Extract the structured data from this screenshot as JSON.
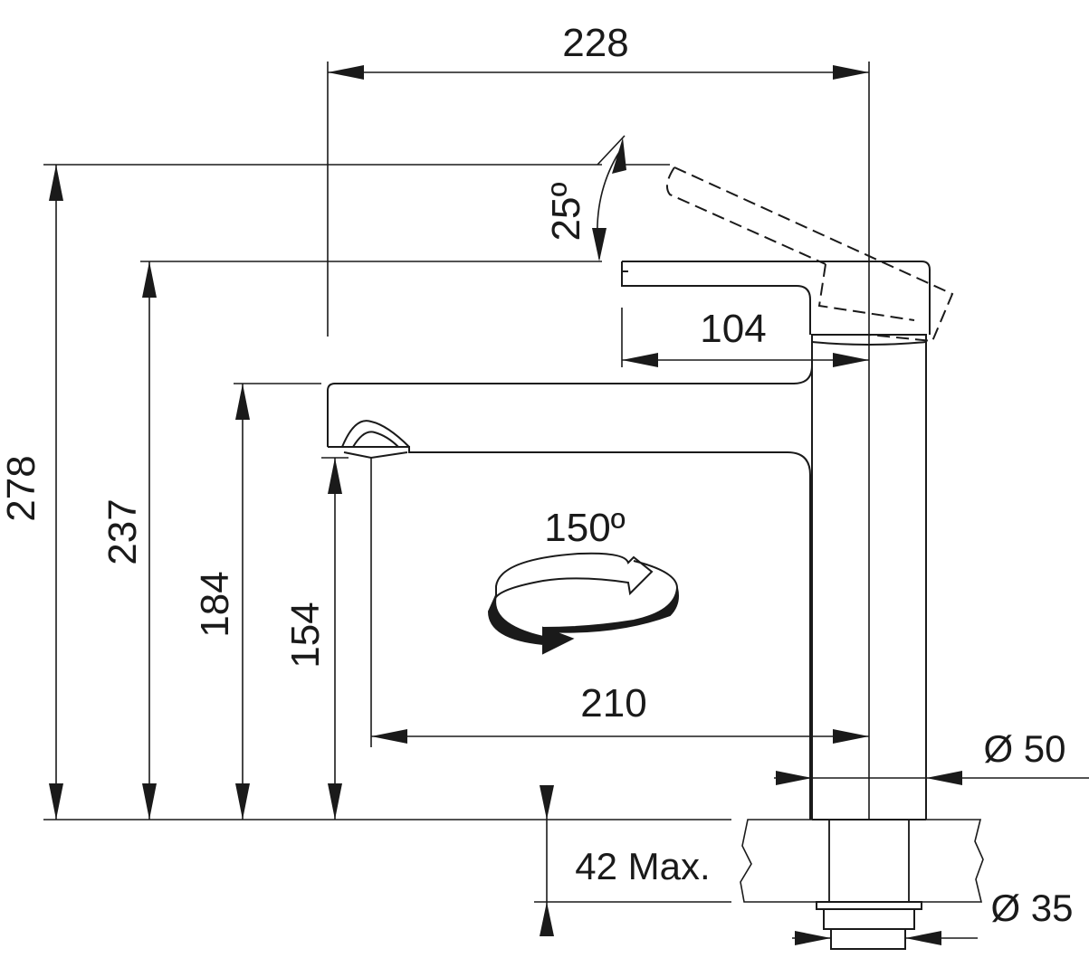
{
  "dimensions": {
    "width_total": "228",
    "height_total": "278",
    "height_handle": "237",
    "height_spout": "184",
    "height_outlet": "154",
    "lever_length": "104",
    "spout_reach": "210",
    "body_diameter": "Ø 50",
    "shank_diameter": "Ø 35",
    "max_countertop": "42 Max.",
    "lever_angle": "25º",
    "swivel_angle": "150º"
  },
  "colors": {
    "line": "#1a1a1a",
    "background": "#ffffff"
  }
}
